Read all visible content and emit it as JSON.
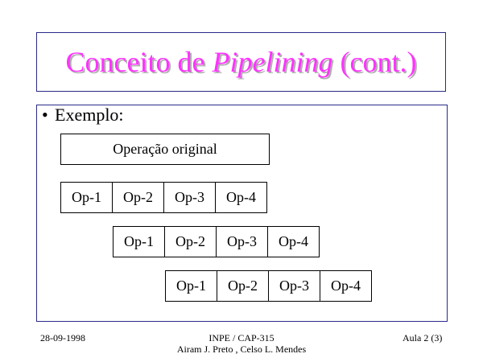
{
  "title": {
    "prefix": "Conceito de ",
    "emphasis": "Pipelining",
    "suffix": " (cont.)"
  },
  "bullet": {
    "symbol": "•",
    "text": "Exemplo:"
  },
  "diagram": {
    "original_label": "Operação original",
    "rows": [
      {
        "cells": [
          "Op-1",
          "Op-2",
          "Op-3",
          "Op-4"
        ]
      },
      {
        "cells": [
          "Op-1",
          "Op-2",
          "Op-3",
          "Op-4"
        ]
      },
      {
        "cells": [
          "Op-1",
          "Op-2",
          "Op-3",
          "Op-4"
        ]
      }
    ]
  },
  "footer": {
    "date": "28-09-1998",
    "course": "INPE / CAP-315",
    "authors": "Airam J. Preto , Celso L. Mendes",
    "page": "Aula 2 (3)"
  },
  "colors": {
    "title": "#ff33ff",
    "frame": "#2a2a8a"
  }
}
